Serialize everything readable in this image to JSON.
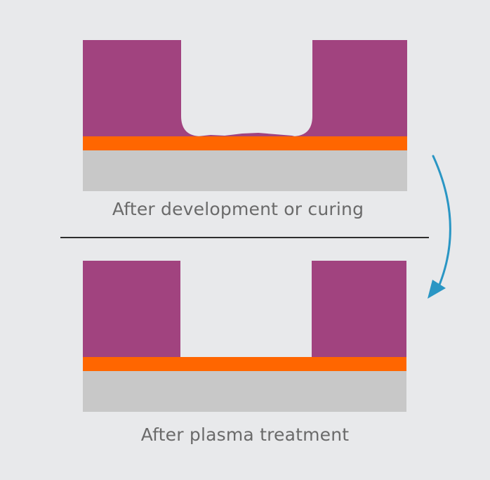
{
  "captions": {
    "before": "After development or curing",
    "after": "After plasma treatment"
  },
  "colors": {
    "background": "#e8e9eb",
    "photoresist": "#a1437f",
    "metal_layer": "#ff6600",
    "substrate": "#c8c8c8",
    "divider": "#2e2e2e",
    "arrow": "#2a96c4",
    "caption_text": "#6a6a6a"
  },
  "layers": [
    "photoresist",
    "metal-layer",
    "substrate"
  ]
}
